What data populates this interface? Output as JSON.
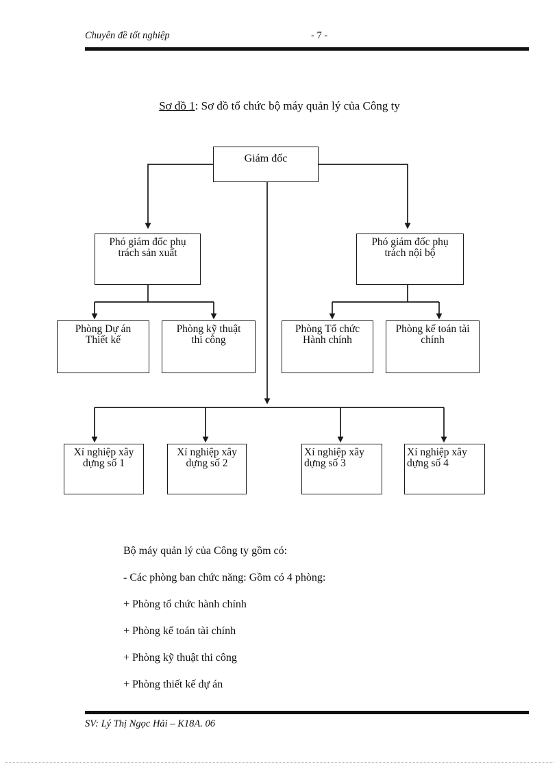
{
  "header": {
    "left_text": "Chuyên đề tốt nghiệp",
    "page_number": "- 7 -"
  },
  "footer": {
    "text": "SV: Lý Thị Ngọc Hải – K18A. 06"
  },
  "diagram": {
    "title_label": "Sơ đồ 1",
    "title_rest": ": Sơ đồ tổ chức bộ máy quản lý của Công ty",
    "nodes": {
      "root": "Giám đốc",
      "deputy_production": "Phó giám đốc phụ\ntrách sản xuất",
      "deputy_internal": "Phó giám đốc phụ\ntrách nội bộ",
      "dept_project_design": "Phòng Dự án\nThiết kế",
      "dept_technical": "Phòng kỹ thuật\nthi công",
      "dept_organization": "Phòng Tổ chức\nHành chính",
      "dept_accounting": "Phòng kế toán tài\nchính",
      "enterprise_1": "Xí nghiệp xây\ndựng số 1",
      "enterprise_2": "Xí nghiệp xây\ndựng số 2",
      "enterprise_3": "Xí nghiệp xây\ndựng số 3",
      "enterprise_4": "Xí nghiệp xây\ndựng số 4"
    }
  },
  "body": {
    "lines": [
      "Bộ máy quản lý của Công ty gồm có:",
      "- Các phòng ban chức năng: Gồm có 4 phòng:",
      "+ Phòng tổ chức hành chính",
      "+ Phòng kế toán tài chính",
      "+ Phòng kỹ thuật thi công",
      "+ Phòng thiết kế dự án"
    ]
  }
}
